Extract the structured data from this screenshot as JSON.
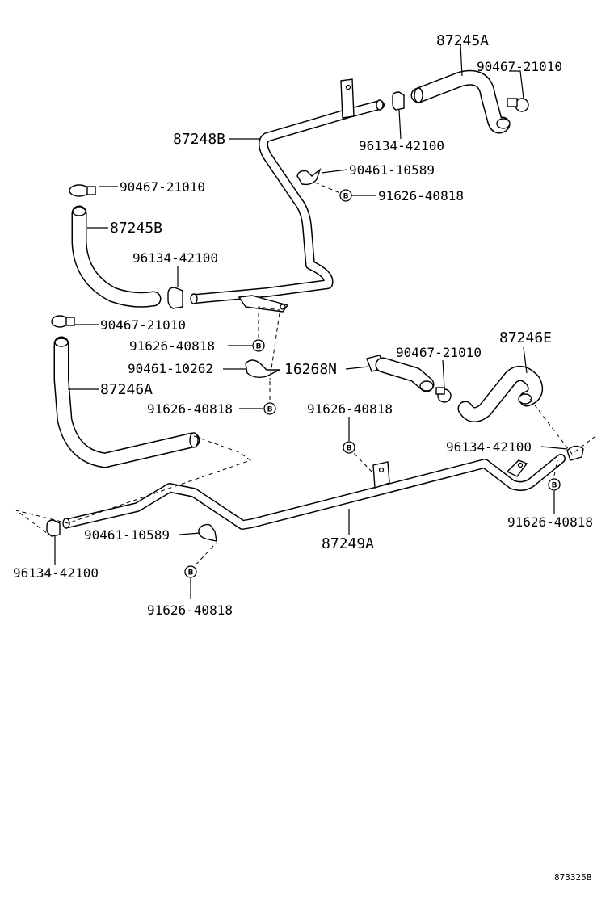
{
  "labels": {
    "p87245A": "87245A",
    "p90467_top": "90467-21010",
    "p87248B": "87248B",
    "p96134_top": "96134-42100",
    "p90461_top": "90461-10589",
    "p91626_top": "91626-40818",
    "p90467_left1": "90467-21010",
    "p87245B": "87245B",
    "p96134_mid": "96134-42100",
    "p90467_left2": "90467-21010",
    "p91626_left1": "91626-40818",
    "p90461_10262": "90461-10262",
    "p16268N": "16268N",
    "p90467_right": "90467-21010",
    "p87246E": "87246E",
    "p87246A": "87246A",
    "p91626_left2": "91626-40818",
    "p91626_mid": "91626-40818",
    "p96134_right": "96134-42100",
    "p91626_right": "91626-40818",
    "p90461_bottom": "90461-10589",
    "p87249A": "87249A",
    "p96134_bottom": "96134-42100",
    "p91626_bottom": "91626-40818",
    "figure_code": "873325B"
  },
  "bolt_marker": "B"
}
